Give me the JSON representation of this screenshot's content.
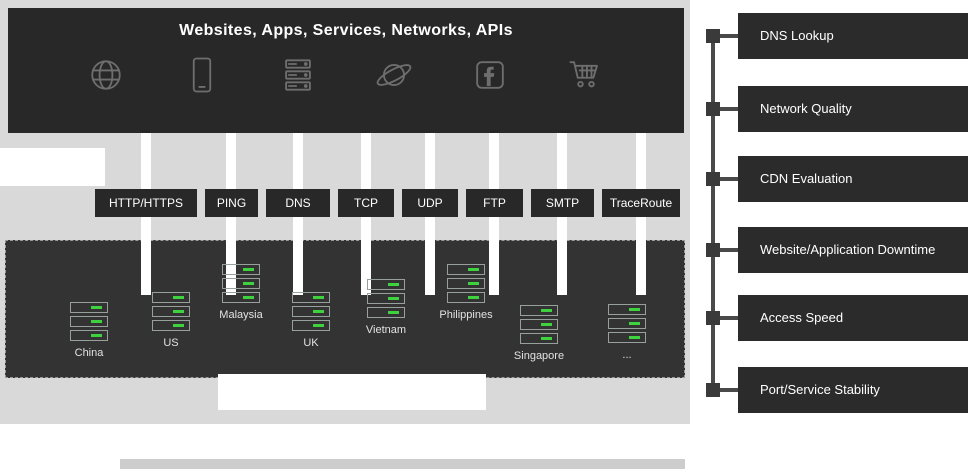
{
  "top_panel": {
    "title": "Websites, Apps, Services, Networks, APIs",
    "icons": [
      "globe-icon",
      "mobile-icon",
      "server-rack-icon",
      "planet-icon",
      "facebook-icon",
      "shopping-cart-icon"
    ]
  },
  "protocols": [
    "HTTP/HTTPS",
    "PING",
    "DNS",
    "TCP",
    "UDP",
    "FTP",
    "SMTP",
    "TraceRoute"
  ],
  "locations": [
    "China",
    "US",
    "Malaysia",
    "UK",
    "Vietnam",
    "Philippines",
    "Singapore",
    "..."
  ],
  "metrics": [
    "DNS Lookup",
    "Network Quality",
    "CDN Evaluation",
    "Website/Application Downtime",
    "Access Speed",
    "Port/Service Stability"
  ],
  "colors": {
    "panel_dark": "#282828",
    "background_gray": "#d9d9d9",
    "nodes_panel": "#333333",
    "led_green": "#3fd23f",
    "connector_gray": "#4a4a4a"
  }
}
